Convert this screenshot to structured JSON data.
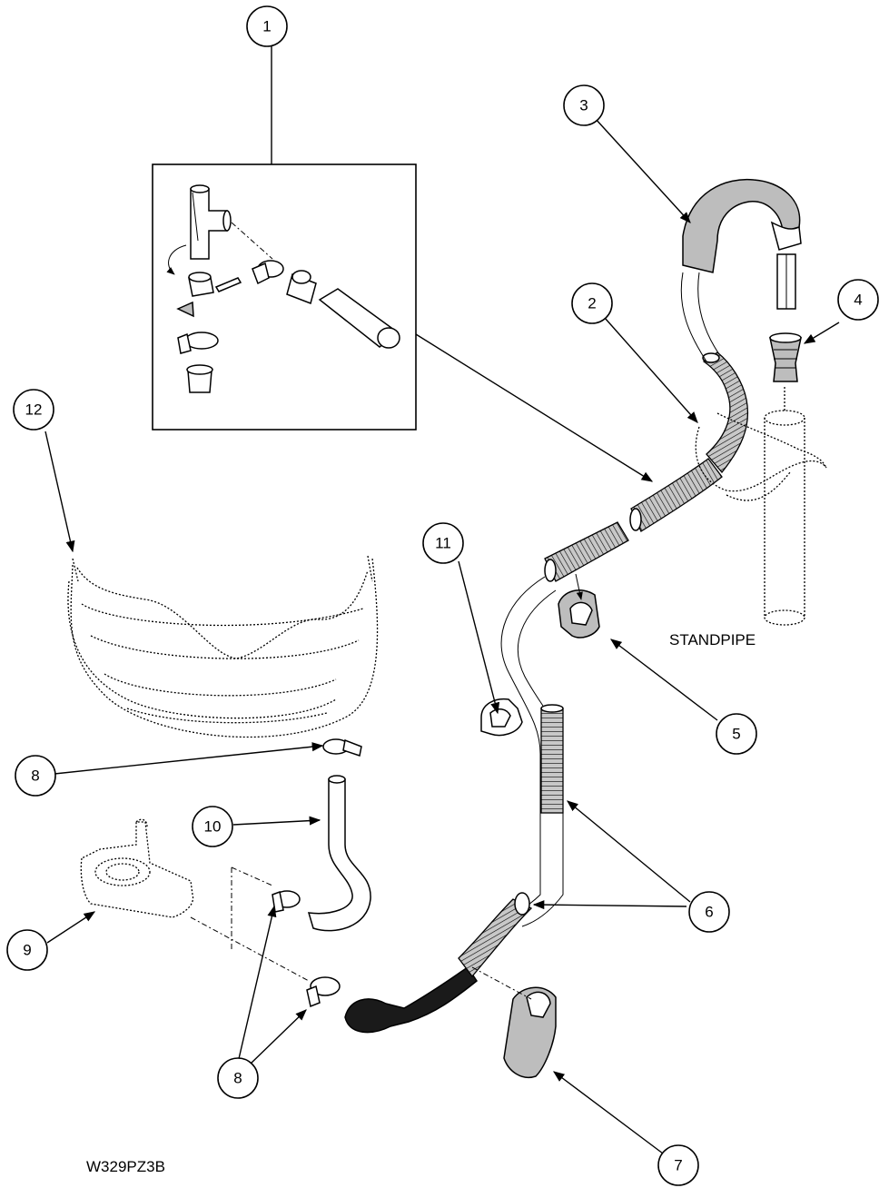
{
  "diagram": {
    "drawing_code": "W329PZ3B",
    "standpipe_label": "STANDPIPE",
    "callouts": [
      "1",
      "2",
      "3",
      "4",
      "5",
      "6",
      "6",
      "7",
      "8",
      "8",
      "8",
      "9",
      "10",
      "11",
      "12"
    ]
  }
}
